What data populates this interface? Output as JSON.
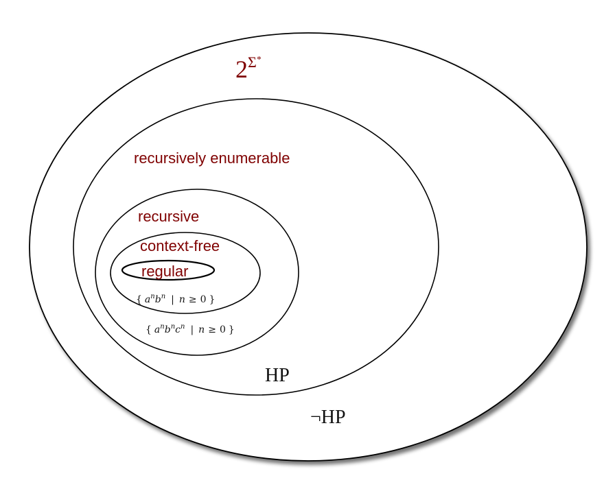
{
  "diagram": {
    "sets": {
      "all_languages": {
        "base": "2",
        "superscript": "Σ",
        "superscript_star": "*"
      },
      "recursively_enumerable": "recursively enumerable",
      "recursive": "recursive",
      "context_free": "context-free",
      "regular": "regular",
      "halting_problem": "HP",
      "not_halting_problem": "¬HP"
    },
    "examples": {
      "anbn": {
        "open": "{",
        "a": "a",
        "b": "b",
        "exp": "n",
        "bar": "|",
        "var": "n",
        "rel": "≥",
        "zero": "0",
        "close": "}"
      },
      "anbncn": {
        "open": "{",
        "a": "a",
        "b": "b",
        "c": "c",
        "exp": "n",
        "bar": "|",
        "var": "n",
        "rel": "≥",
        "zero": "0",
        "close": "}"
      }
    },
    "colors": {
      "set_label": "#7f0000",
      "outline": "#000000",
      "shadow": "#9a9a9a",
      "background": "#ffffff"
    }
  }
}
